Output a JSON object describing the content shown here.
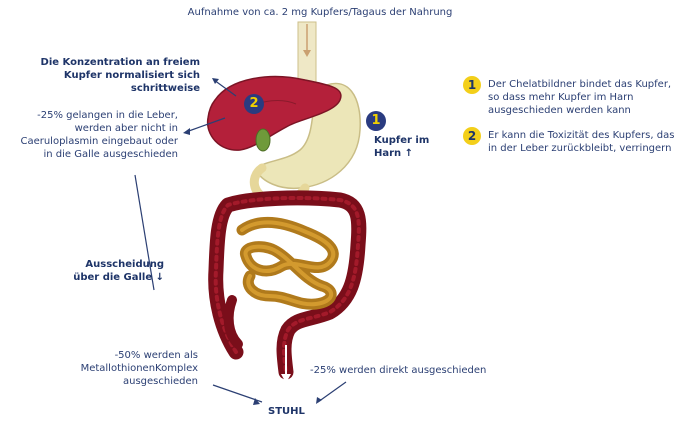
{
  "top_label": "Aufnahme von ca. 2 mg Kupfers/Tagaus der Nahrung",
  "left_heading": "Die Konzentration an freiem Kupfer normalisiert sich schrittweise",
  "left_liver_note": "-25% gelangen in die Leber, werden aber nicht in Caeruloplasmin eingebaut oder in die Galle ausgeschieden",
  "left_bile": "Ausscheidung über die Galle ↓",
  "bottom_left": "-50% werden als MetallothionenKomplex ausgeschieden",
  "bottom_right": "-25% werden direkt ausgeschieden",
  "stuhl": "STUHL",
  "urine_label": "Kupfer im Harn ↑",
  "marker_1": "1",
  "marker_2": "2",
  "legend": [
    {
      "number": "1",
      "text": "Der Chelatbildner bindet das Kupfer, so dass mehr Kupfer im Harn ausgeschieden werden kann"
    },
    {
      "number": "2",
      "text": "Er kann die Toxizität des Kupfers, das in der Leber zurückbleibt, verringern"
    }
  ],
  "colors": {
    "text": "#2b3f73",
    "liver": "#b4203a",
    "intestine_large": "#7a0e1a",
    "intestine_small": "#b07a1c",
    "stomach": "#ece6b8",
    "badge_yellow": "#f3cf1a",
    "badge_blue": "#2a3b80"
  }
}
